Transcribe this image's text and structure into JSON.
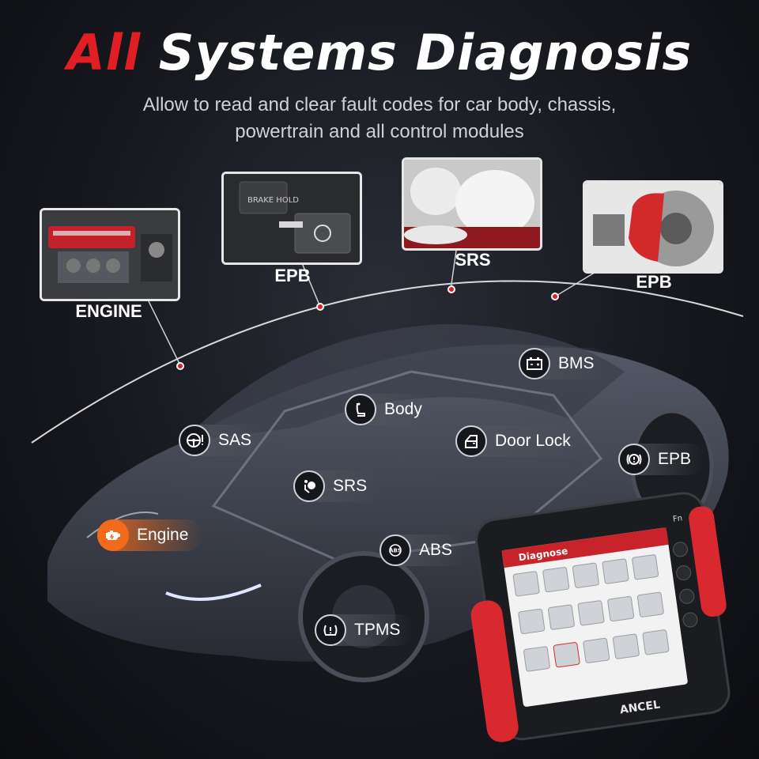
{
  "headline": {
    "accent": "All",
    "rest": " Systems Diagnosis"
  },
  "subtitle": {
    "line1": "Allow to read and clear fault codes for car  body, chassis,",
    "line2": "powertrain and all control modules"
  },
  "thumbnails": [
    {
      "label": "ENGINE",
      "icon": "engine-photo"
    },
    {
      "label": "EPB",
      "icon": "parking-brake-button-photo"
    },
    {
      "label": "SRS",
      "icon": "airbag-photo"
    },
    {
      "label": "EPB",
      "icon": "brake-caliper-photo"
    }
  ],
  "systems": [
    {
      "label": "BMS",
      "icon": "battery-icon"
    },
    {
      "label": "Body",
      "icon": "seat-icon"
    },
    {
      "label": "SAS",
      "icon": "steering-wheel-icon"
    },
    {
      "label": "Door Lock",
      "icon": "door-icon"
    },
    {
      "label": "EPB",
      "icon": "parking-brake-icon"
    },
    {
      "label": "SRS",
      "icon": "airbag-icon"
    },
    {
      "label": "Engine",
      "icon": "engine-icon"
    },
    {
      "label": "ABS",
      "icon": "abs-icon"
    },
    {
      "label": "TPMS",
      "icon": "tire-pressure-icon"
    }
  ],
  "device": {
    "screen_title": "Diagnose",
    "brand": "ANCEL",
    "fn_key": "Fn"
  },
  "colors": {
    "accent": "#e01e24",
    "engine": "#f26a1b"
  }
}
